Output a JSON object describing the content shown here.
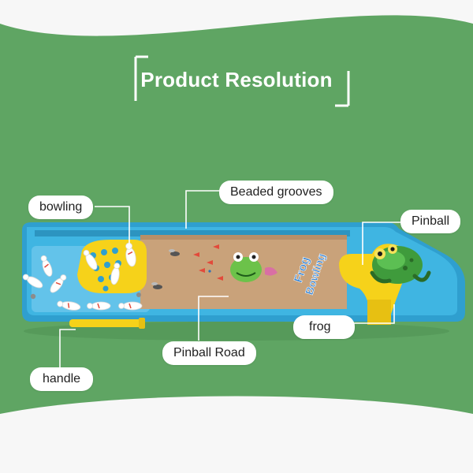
{
  "title": "Product Resolution",
  "labels": {
    "bowling": "bowling",
    "beaded_grooves": "Beaded grooves",
    "pinball": "Pinball",
    "frog": "frog",
    "pinball_road": "Pinball Road",
    "handle": "handle"
  },
  "toy_text": {
    "line1": "Frog",
    "line2": "Bowling"
  },
  "colors": {
    "background": "#5fa563",
    "top_band": "#f7f7f7",
    "board_blue": "#35a9d6",
    "lane": "#c9a27a",
    "yellow": "#f6d21a",
    "frog_green": "#3f9b3c"
  }
}
